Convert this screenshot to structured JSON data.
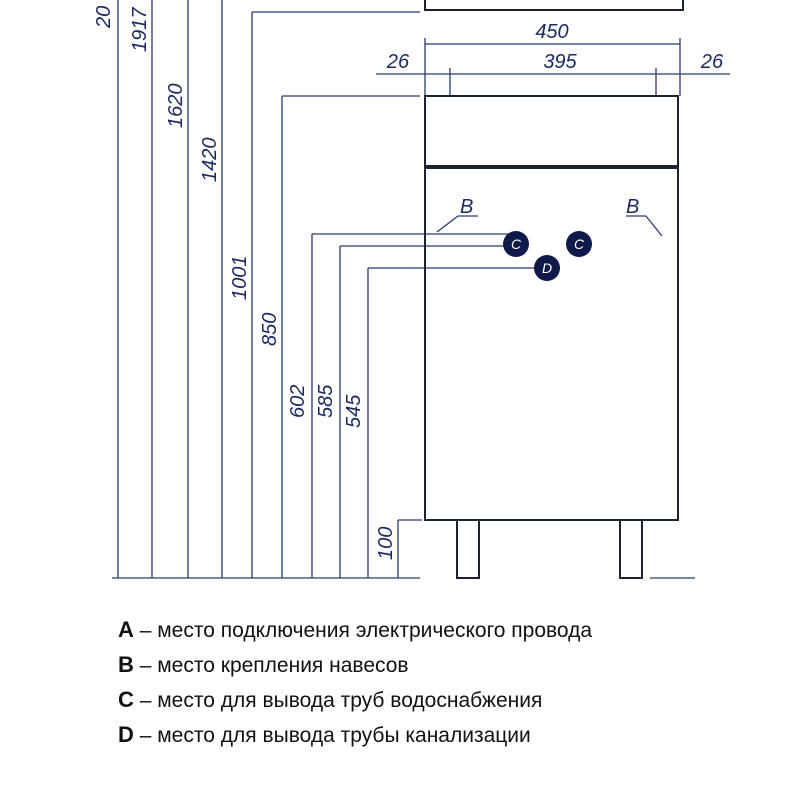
{
  "diagram": {
    "vertical_dims": [
      "20",
      "1917",
      "1620",
      "1420",
      "1001",
      "850",
      "602",
      "585",
      "545",
      "100"
    ],
    "horizontal_dims": {
      "total_width": "450",
      "inner_width": "395",
      "left_offset": "26",
      "right_offset": "26"
    },
    "markers": {
      "b_left": "B",
      "b_right": "B",
      "c_left": "C",
      "c_right": "C",
      "d": "D"
    },
    "colors": {
      "line": "#2a3a6e",
      "marker_fill": "#101a4a",
      "marker_text": "#ffffff",
      "cabinet": "#1c2330"
    }
  },
  "legend": [
    {
      "letter": "A",
      "text": " – место подключения электрического провода"
    },
    {
      "letter": "B",
      "text": " – место крепления навесов"
    },
    {
      "letter": "C",
      "text": " – место для вывода труб водоснабжения"
    },
    {
      "letter": "D",
      "text": " – место для вывода трубы канализации"
    }
  ]
}
